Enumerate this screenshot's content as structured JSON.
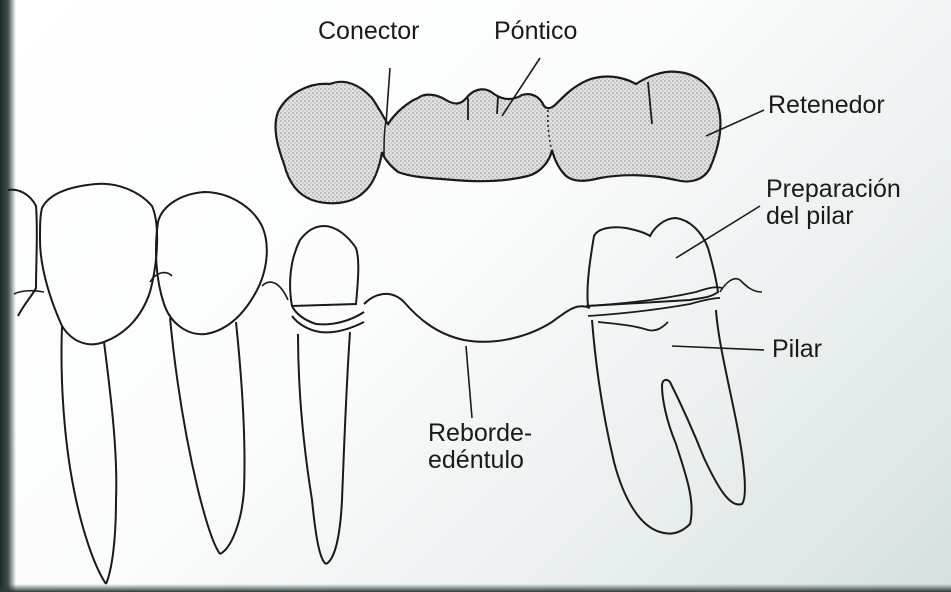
{
  "labels": {
    "connector": "Conector",
    "pontic": "Póntico",
    "retainer": "Retenedor",
    "abutment_prep_line1": "Preparación",
    "abutment_prep_line2": "del pilar",
    "abutment": "Pilar",
    "ridge_line1": "Reborde-",
    "ridge_line2": "edéntulo"
  },
  "colors": {
    "line": "#1a1a1a",
    "bridge_fill": "#dcdcdc"
  }
}
